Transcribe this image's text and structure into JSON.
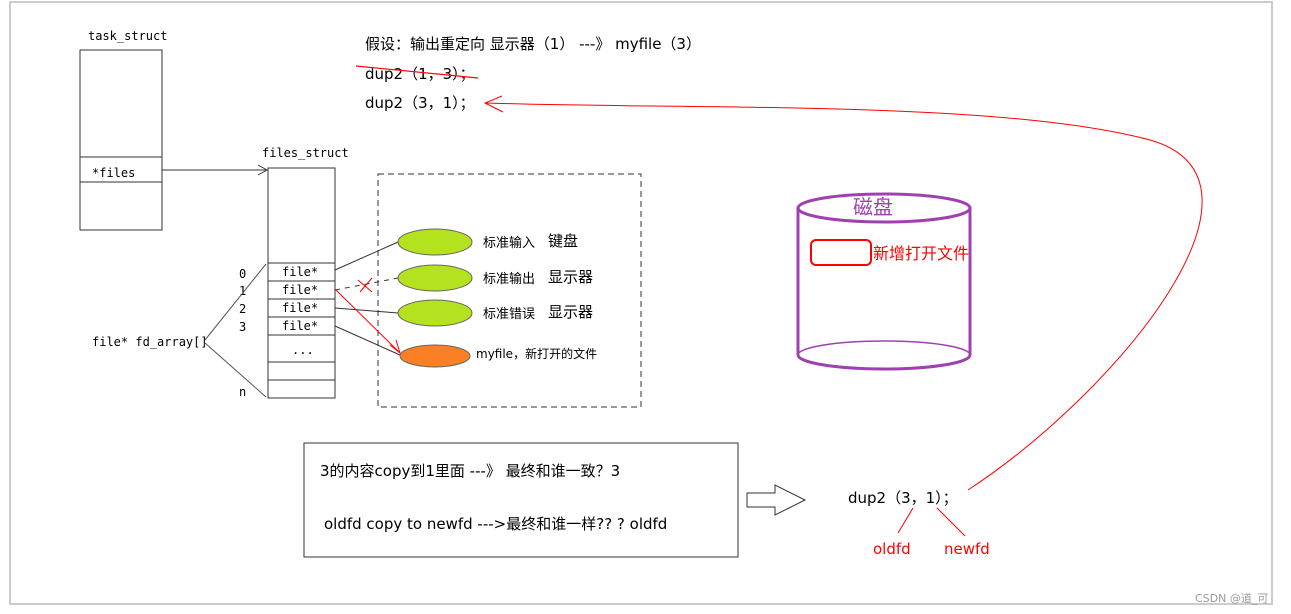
{
  "header": {
    "assumption": "假设：输出重定向   显示器（1）  ---》 myfile（3）",
    "wrong_call": "dup2（1，3）；",
    "right_call": "dup2（3，1）；"
  },
  "task_struct": {
    "title": "task_struct",
    "field": "*files"
  },
  "files_struct": {
    "title": "files_struct",
    "array_label": "file* fd_array[]",
    "rows": [
      "file*",
      "file*",
      "file*",
      "file*",
      "..."
    ],
    "indices": [
      "0",
      "1",
      "2",
      "3",
      "n"
    ]
  },
  "files": [
    {
      "name": "标准输入",
      "device": "键盘",
      "color": "#b5e21f"
    },
    {
      "name": "标准输出",
      "device": "显示器",
      "color": "#b5e21f"
    },
    {
      "name": "标准错误",
      "device": "显示器",
      "color": "#b5e21f"
    },
    {
      "name": "myfile，新打开的文件",
      "device": "",
      "color": "#fb7f24"
    }
  ],
  "disk": {
    "label": "磁盘",
    "new_file": "新增打开文件",
    "color": "#a040b0"
  },
  "note": {
    "line1": "3的内容copy到1里面 ---》 最终和谁一致？3",
    "line2": "oldfd copy to newfd --->最终和谁一样?? ? oldfd"
  },
  "dup_call": {
    "text": "dup2（3，1）；",
    "arg1": "oldfd",
    "arg2": "newfd"
  },
  "watermark": "CSDN @道_可"
}
